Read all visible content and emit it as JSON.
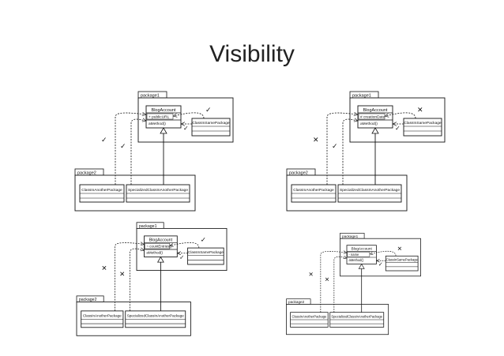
{
  "title": "Visibility",
  "diagrams": [
    {
      "id": "public",
      "package1_label": "package1",
      "package2_label": "package2",
      "class_name": "BlogAccount",
      "attribute": "+ publicURL",
      "method": "aMethod()",
      "same_package_class": "ClassInSamePackage",
      "another_package_class": "ClassInAnotherPackage",
      "specialized_class": "SpecializedClassInAnotherPackage",
      "same_package_mark": "✓",
      "specialized_mark": "✓",
      "another_mark": "✓"
    },
    {
      "id": "protected",
      "package1_label": "package1",
      "package2_label": "package2",
      "class_name": "BlogAccount",
      "attribute": "# creationDate",
      "method": "aMethod()",
      "same_package_class": "ClassInSamePackage",
      "another_package_class": "ClassInAnotherPackage",
      "specialized_class": "SpecializedClassInAnotherPackage",
      "same_package_mark": "✕",
      "specialized_mark": "✓",
      "another_mark": "✕"
    },
    {
      "id": "package",
      "package1_label": "package1",
      "package2_label": "package2",
      "class_name": "BlogAccount",
      "attribute": "~ countEntries()",
      "method": "aMethod()",
      "same_package_class": "ClassInSamePackage",
      "another_package_class": "ClassInAnotherPackage",
      "specialized_class": "SpecializedClassInAnotherPackage",
      "same_package_mark": "✓",
      "specialized_mark": "✕",
      "another_mark": "✕"
    },
    {
      "id": "private",
      "package1_label": "package1",
      "package2_label": "package2",
      "class_name": "BlogAccount",
      "attribute": "- name",
      "method": "aMethod()",
      "same_package_class": "ClassInSamePackage",
      "another_package_class": "ClassInAnotherPackage",
      "specialized_class": "SpecializedClassInAnotherPackage",
      "same_package_mark": "✕",
      "specialized_mark": "✕",
      "another_mark": "✕"
    }
  ]
}
